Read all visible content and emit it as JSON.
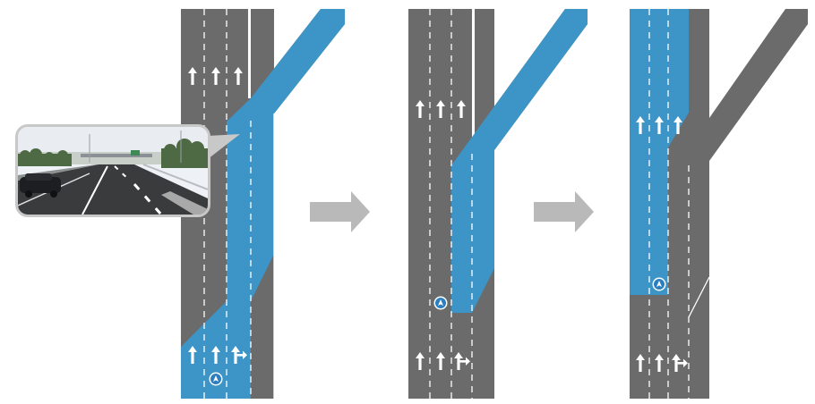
{
  "diagram": {
    "panels": [
      {
        "id": "panel-1",
        "caption": "",
        "navigation_marker": "navigation-arrow-icon",
        "lane_arrows": [
          "arrow-up-icon",
          "arrow-up-icon",
          "arrow-up-icon",
          "arrow-up-right-turn-icon"
        ]
      },
      {
        "id": "panel-2",
        "caption": "",
        "navigation_marker": "navigation-arrow-icon",
        "lane_arrows": [
          "arrow-up-icon",
          "arrow-up-icon",
          "arrow-up-icon",
          "arrow-up-right-turn-icon"
        ]
      },
      {
        "id": "panel-3",
        "caption": "",
        "navigation_marker": "navigation-arrow-icon",
        "lane_arrows": [
          "arrow-up-icon",
          "arrow-up-icon",
          "arrow-up-icon",
          "arrow-up-right-turn-icon"
        ]
      }
    ],
    "transitions": [
      "arrow-right-icon",
      "arrow-right-icon"
    ],
    "inset": {
      "kind": "road-photo",
      "description_visible": false
    }
  },
  "colors": {
    "road": "#6b6b6b",
    "highlight": "#3d95c7",
    "lane_line": "#ffffff",
    "arrow_grey": "#b9b9b9",
    "inset_border": "#c8c8c8"
  }
}
